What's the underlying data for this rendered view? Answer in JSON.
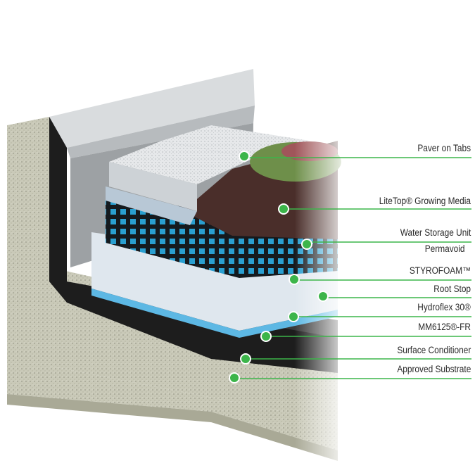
{
  "diagram": {
    "title": "Green roof assembly cross-section",
    "accent_color": "#3cb54a",
    "layers": [
      {
        "label": "Paver on Tabs"
      },
      {
        "label": "LiteTop® Growing Media"
      },
      {
        "label": "Water Storage Unit",
        "sublabel": "Permavoid"
      },
      {
        "label": "STYROFOAM™"
      },
      {
        "label": "Root Stop"
      },
      {
        "label": "Hydroflex 30®"
      },
      {
        "label": "MM6125®-FR"
      },
      {
        "label": "Surface Conditioner"
      },
      {
        "label": "Approved Substrate"
      }
    ]
  }
}
